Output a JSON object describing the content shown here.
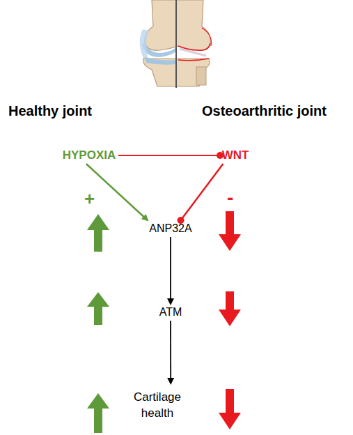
{
  "diagram": {
    "nodes": [
      {
        "text": [
          "HYPOXIA"
        ]
      },
      {
        "text": [
          "WNT"
        ]
      },
      {
        "text": [
          "ANP32A"
        ]
      },
      {
        "text": [
          "ATM"
        ]
      },
      {
        "text": [
          "Cartilage health"
        ]
      }
    ],
    "edges": [
      {
        "from": 0,
        "to": 2,
        "arrow": "to",
        "label": "+"
      },
      {
        "from": 1,
        "to": 2,
        "arrow": "to",
        "label": "-"
      },
      {
        "from": 0,
        "to": 1,
        "arrow": "to"
      },
      {
        "from": 2,
        "to": 3,
        "arrow": "to"
      },
      {
        "from": 3,
        "to": 4,
        "arrow": "to"
      }
    ],
    "labels": [
      "Healthy joint",
      "Osteoarthritic joint"
    ]
  }
}
